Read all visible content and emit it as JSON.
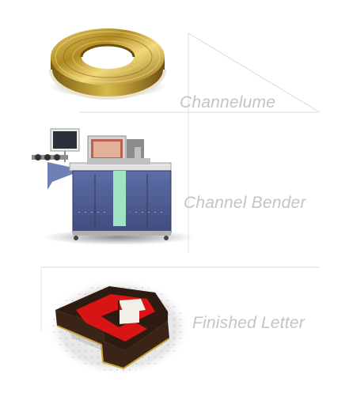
{
  "sections": [
    {
      "label": "Channelume",
      "image": "gold-channel-letter-coil"
    },
    {
      "label": "Channel Bender",
      "image": "channel-letter-bending-machine"
    },
    {
      "label": "Finished Letter",
      "image": "finished-channel-letter-e"
    }
  ],
  "colors": {
    "label_text": "#c4c4c4",
    "divider": "#dcdcdc",
    "gold": "#c9a43a",
    "machine_blue": "#4f5f96",
    "machine_panel_green": "#9fe3c2",
    "letter_red": "#d81414",
    "letter_dark": "#3a2418"
  }
}
